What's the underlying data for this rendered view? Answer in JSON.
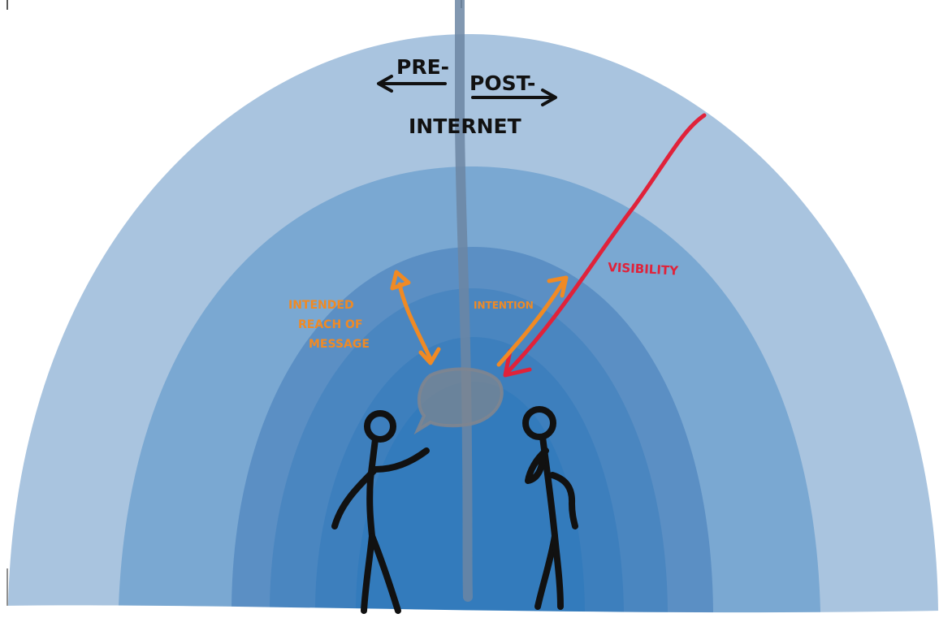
{
  "labels": {
    "pre": "PRE-",
    "post": "POST-",
    "internet": "INTERNET",
    "visibility": "VISIBILITY",
    "intention": "INTENTION",
    "intended_line1": "INTENDED",
    "intended_line2": "REACH OF",
    "intended_line3": "MESSAGE"
  },
  "colors": {
    "ring_1": "#a9c4df",
    "ring_2": "#7aa8d2",
    "ring_3": "#5b8fc4",
    "ring_4": "#4a86c0",
    "ring_5": "#3d7fbd",
    "center": "#337bbc",
    "divider": "#6c86a3",
    "visibility_arrow": "#e0223a",
    "intention_arrow": "#f08a24",
    "speech_bubble": "#7e8590",
    "figure": "#111111"
  },
  "icons": {
    "speech_bubble": "speech-bubble-icon",
    "figures": [
      "speaking-person-icon",
      "listening-person-icon"
    ]
  }
}
